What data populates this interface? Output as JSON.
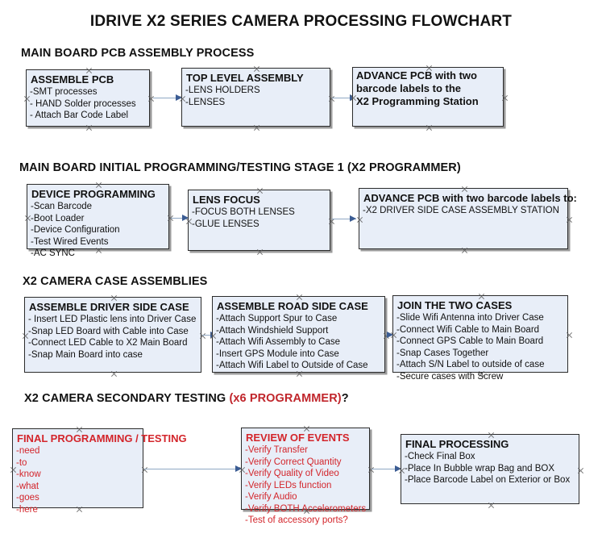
{
  "document": {
    "title": "IDRIVE X2  SERIES CAMERA PROCESSING FLOWCHART"
  },
  "sections": [
    {
      "id": "main-board-pcb-assembly",
      "heading": "MAIN BOARD PCB ASSEMBLY PROCESS",
      "heading_accent": "",
      "heading_tail": ""
    },
    {
      "id": "main-board-initial-programming",
      "heading": "MAIN BOARD INITIAL PROGRAMMING/TESTING STAGE 1 (X2 PROGRAMMER)",
      "heading_accent": "",
      "heading_tail": ""
    },
    {
      "id": "x2-camera-case-assemblies",
      "heading": "X2 CAMERA CASE ASSEMBLIES",
      "heading_accent": "",
      "heading_tail": ""
    },
    {
      "id": "x2-camera-secondary-testing",
      "heading": "X2 CAMERA SECONDARY TESTING ",
      "heading_accent": "(x6 PROGRAMMER)",
      "heading_tail": "?"
    }
  ],
  "boxes": {
    "assemble_pcb": {
      "header": "ASSEMBLE PCB",
      "lines": [
        "-SMT processes",
        "- HAND Solder processes",
        "- Attach Bar Code Label"
      ]
    },
    "top_level_assembly": {
      "header": "TOP LEVEL ASSEMBLY",
      "lines": [
        "-LENS HOLDERS",
        "-LENSES"
      ]
    },
    "advance_pcb_station": {
      "lines": [
        "ADVANCE PCB with two",
        "barcode labels to the",
        " X2 Programming Station"
      ]
    },
    "device_programming": {
      "header": "DEVICE PROGRAMMING",
      "lines": [
        "-Scan Barcode",
        "-Boot Loader",
        "-Device Configuration",
        "-Test Wired Events",
        "-AC SYNC"
      ]
    },
    "lens_focus": {
      "header": "LENS FOCUS",
      "lines": [
        "-FOCUS BOTH LENSES",
        "-GLUE LENSES"
      ]
    },
    "advance_pcb_driver_case": {
      "header": "ADVANCE PCB with two barcode labels to:",
      "lines": [
        "-X2 DRIVER  SIDE  CASE  ASSEMBLY STATION"
      ]
    },
    "assemble_driver_side_case": {
      "header": "ASSEMBLE DRIVER SIDE CASE",
      "lines": [
        "- Insert LED Plastic lens into Driver Case",
        "-Snap LED Board with Cable into Case",
        "-Connect LED Cable to X2 Main Board",
        "-Snap Main Board into case"
      ]
    },
    "assemble_road_side_case": {
      "header": "ASSEMBLE ROAD SIDE CASE",
      "lines": [
        "-Attach Support Spur to Case",
        "-Attach Windshield Support",
        "-Attach Wifi Assembly to Case",
        "-Insert GPS Module into Case",
        "-Attach Wifi Label to Outside of Case"
      ]
    },
    "join_the_two_cases": {
      "header": "JOIN THE TWO CASES",
      "lines": [
        "-Slide Wifi Antenna into Driver Case",
        "-Connect Wifi Cable to Main Board",
        "-Connect GPS Cable to Main Board",
        "-Snap Cases Together",
        "-Attach S/N Label to outside of case",
        "-Secure cases with Screw"
      ]
    },
    "final_programming_testing": {
      "header": "FINAL PROGRAMMING / TESTING",
      "lines": [
        "-need",
        "-to",
        "-know",
        "-what",
        "-goes",
        "-here"
      ]
    },
    "review_of_events": {
      "header": "REVIEW OF EVENTS",
      "lines": [
        "-Verify Transfer",
        "-Verify Correct Quantity",
        "-Verify Quality of Video",
        "-Verify LEDs function",
        "-Verify Audio",
        "-Verify BOTH Accelerometers",
        "-Test of accessory ports?"
      ]
    },
    "final_processing": {
      "header": "FINAL PROCESSING",
      "lines": [
        " -Check Final Box",
        "-Place In Bubble wrap Bag and BOX",
        "-Place Barcode Label on Exterior or Box"
      ]
    }
  },
  "colors": {
    "box_fill": "#e8eef8",
    "box_border": "#2b2b2b",
    "connector": "#8fa8c4",
    "arrow_head": "#3b5c93",
    "red_text": "#d3252b",
    "text": "#111111"
  }
}
